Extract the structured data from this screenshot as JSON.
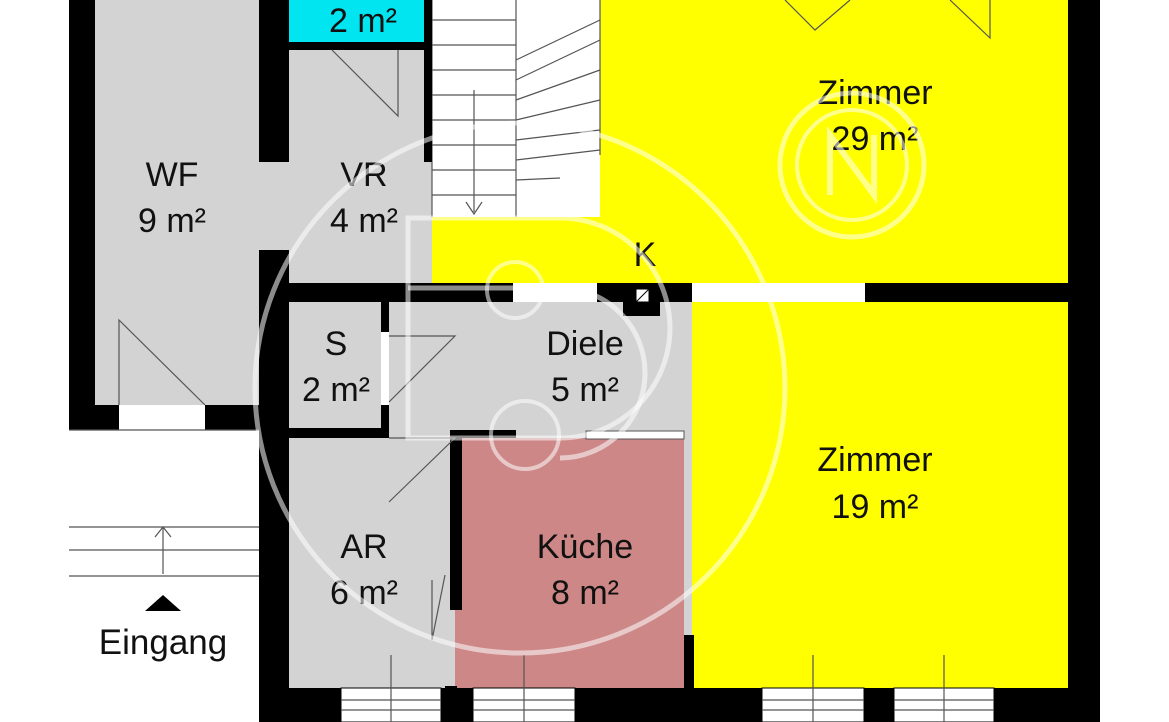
{
  "plan": {
    "colors": {
      "wall": "#000000",
      "gray_room": "#d3d3d3",
      "living_room": "#ffff00",
      "kitchen": "#cd8787",
      "bath": "#00e5f0",
      "background": "#ffffff"
    },
    "rooms": [
      {
        "id": "bad",
        "name": "",
        "area": "2 m²"
      },
      {
        "id": "wf",
        "name": "WF",
        "area": "9 m²"
      },
      {
        "id": "vr",
        "name": "VR",
        "area": "4 m²"
      },
      {
        "id": "zimmer1",
        "name": "Zimmer",
        "area": "29 m²"
      },
      {
        "id": "s",
        "name": "S",
        "area": "2 m²"
      },
      {
        "id": "diele",
        "name": "Diele",
        "area": "5 m²"
      },
      {
        "id": "zimmer2",
        "name": "Zimmer",
        "area": "19 m²"
      },
      {
        "id": "ar",
        "name": "AR",
        "area": "6 m²"
      },
      {
        "id": "kueche",
        "name": "Küche",
        "area": "8 m²"
      }
    ],
    "chimney_label": "K",
    "entrance_label": "Eingang",
    "watermark_icon": "logo-watermark-icon"
  }
}
